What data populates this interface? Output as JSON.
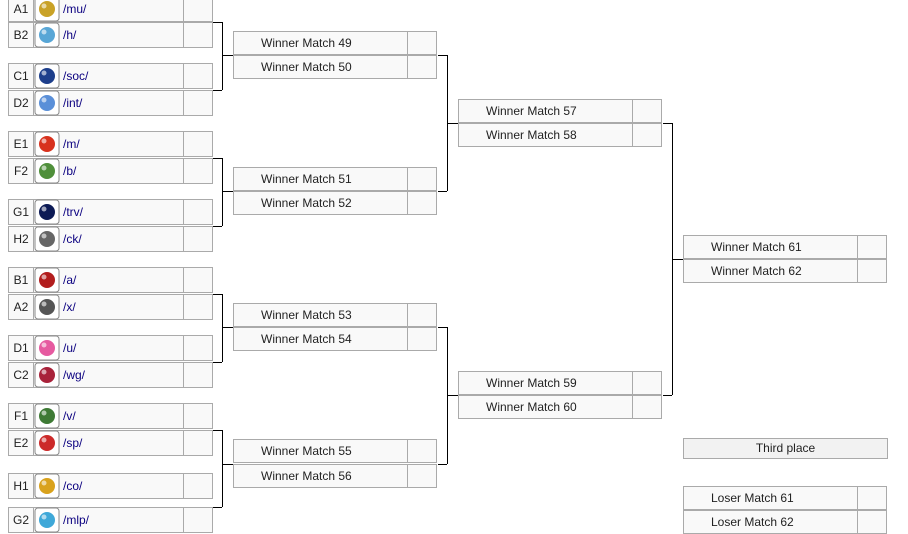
{
  "round1": [
    {
      "seed": "A1",
      "team": "/mu/",
      "icon": "mu-icon",
      "color": "#c9a227"
    },
    {
      "seed": "B2",
      "team": "/h/",
      "icon": "h-icon",
      "color": "#58a6d6"
    },
    {
      "seed": "C1",
      "team": "/soc/",
      "icon": "soc-icon",
      "color": "#1e3f8c"
    },
    {
      "seed": "D2",
      "team": "/int/",
      "icon": "int-icon",
      "color": "#5a8fd8"
    },
    {
      "seed": "E1",
      "team": "/m/",
      "icon": "m-icon",
      "color": "#d8321e"
    },
    {
      "seed": "F2",
      "team": "/b/",
      "icon": "b-icon",
      "color": "#4f8f3a"
    },
    {
      "seed": "G1",
      "team": "/trv/",
      "icon": "trv-icon",
      "color": "#0c1a55"
    },
    {
      "seed": "H2",
      "team": "/ck/",
      "icon": "ck-icon",
      "color": "#666666"
    },
    {
      "seed": "B1",
      "team": "/a/",
      "icon": "a-icon",
      "color": "#b21d1d"
    },
    {
      "seed": "A2",
      "team": "/x/",
      "icon": "x-icon",
      "color": "#555555"
    },
    {
      "seed": "D1",
      "team": "/u/",
      "icon": "u-icon",
      "color": "#e65aa0"
    },
    {
      "seed": "C2",
      "team": "/wg/",
      "icon": "wg-icon",
      "color": "#a8223a"
    },
    {
      "seed": "F1",
      "team": "/v/",
      "icon": "v-icon",
      "color": "#3e7a35"
    },
    {
      "seed": "E2",
      "team": "/sp/",
      "icon": "sp-icon",
      "color": "#cc2a2a"
    },
    {
      "seed": "H1",
      "team": "/co/",
      "icon": "co-icon",
      "color": "#d9a21c"
    },
    {
      "seed": "G2",
      "team": "/mlp/",
      "icon": "mlp-icon",
      "color": "#3fa8d8"
    }
  ],
  "quarter": [
    "Winner Match 49",
    "Winner Match 50",
    "Winner Match 51",
    "Winner Match 52",
    "Winner Match 53",
    "Winner Match 54",
    "Winner Match 55",
    "Winner Match 56"
  ],
  "semi": [
    "Winner Match 57",
    "Winner Match 58",
    "Winner Match 59",
    "Winner Match 60"
  ],
  "final": [
    "Winner Match 61",
    "Winner Match 62"
  ],
  "third_place": {
    "title": "Third place",
    "teams": [
      "Loser Match 61",
      "Loser Match 62"
    ]
  }
}
